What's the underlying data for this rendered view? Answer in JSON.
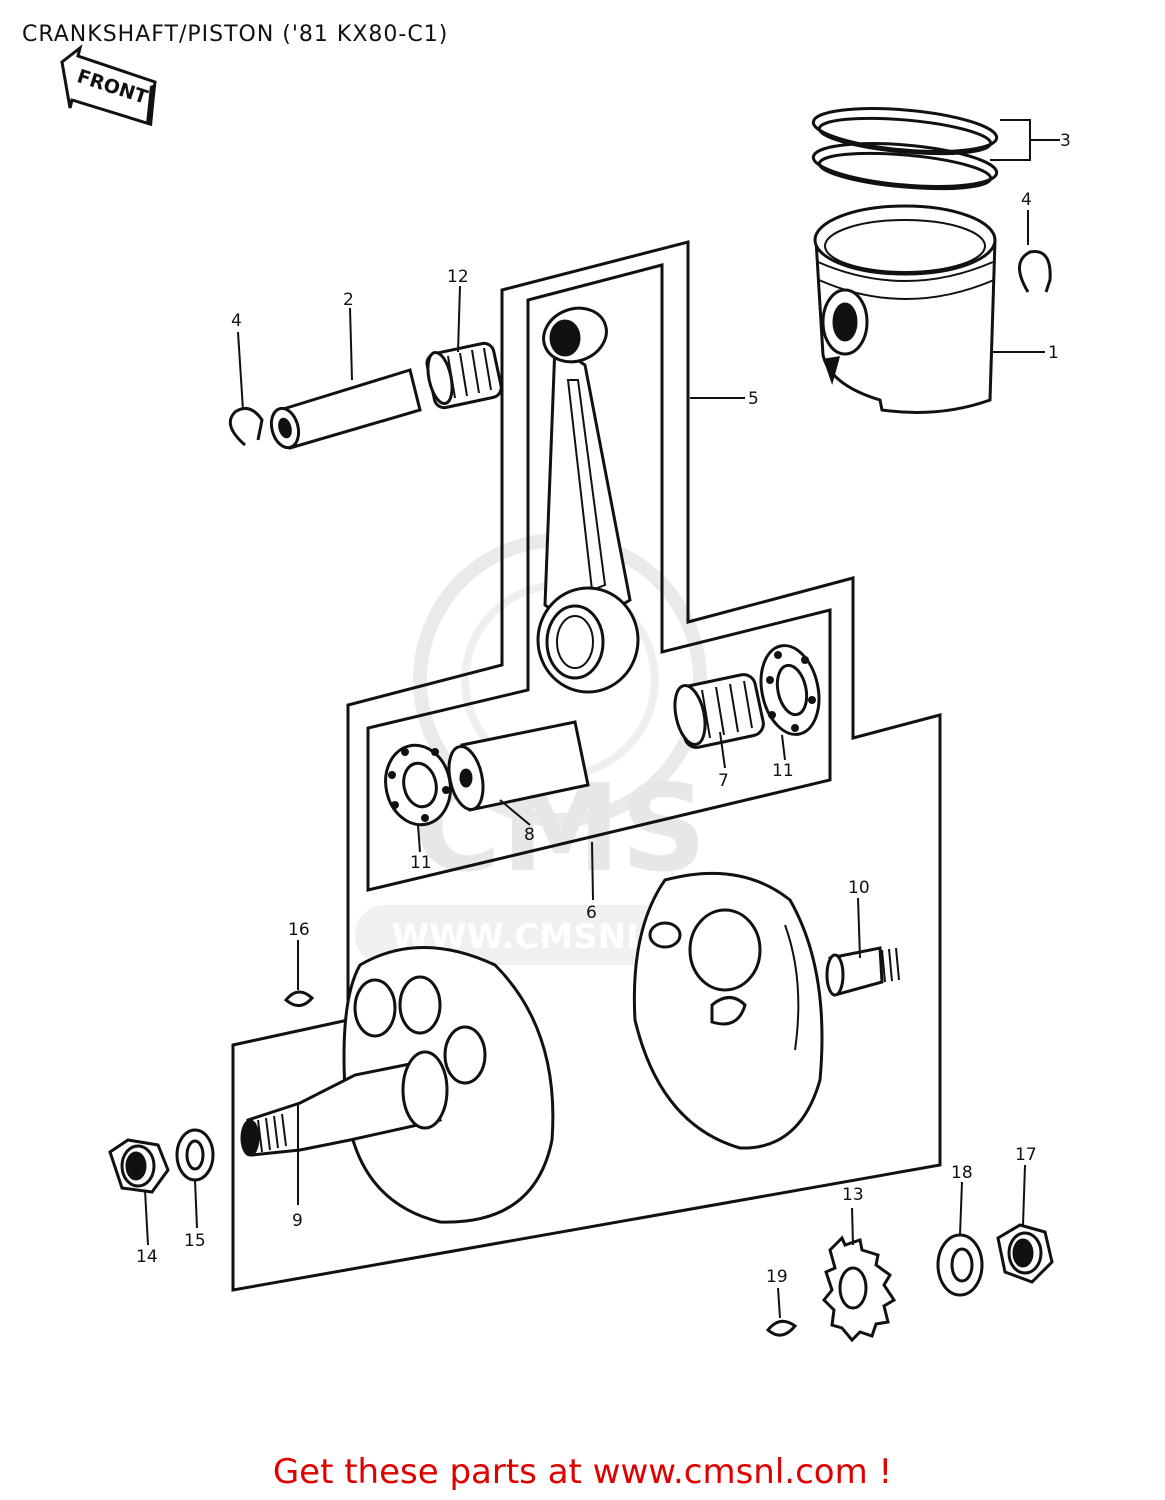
{
  "title": "CRANKSHAFT/PISTON ('81 KX80-C1)",
  "front_badge": "FRONT",
  "watermark": {
    "brand": "CMS",
    "url": "WWW.CMSNL.COM"
  },
  "callouts": {
    "c1": "1",
    "c2": "2",
    "c3": "3",
    "c4a": "4",
    "c4b": "4",
    "c5": "5",
    "c6": "6",
    "c7": "7",
    "c8": "8",
    "c9": "9",
    "c10": "10",
    "c11a": "11",
    "c11b": "11",
    "c12": "12",
    "c13": "13",
    "c14": "14",
    "c15": "15",
    "c16": "16",
    "c17": "17",
    "c18": "18",
    "c19": "19"
  },
  "footer": {
    "text": "Get these parts at www.cmsnl.com !"
  },
  "colors": {
    "ink": "#111111",
    "link": "#e00000",
    "watermark": "#d9d9d9"
  }
}
